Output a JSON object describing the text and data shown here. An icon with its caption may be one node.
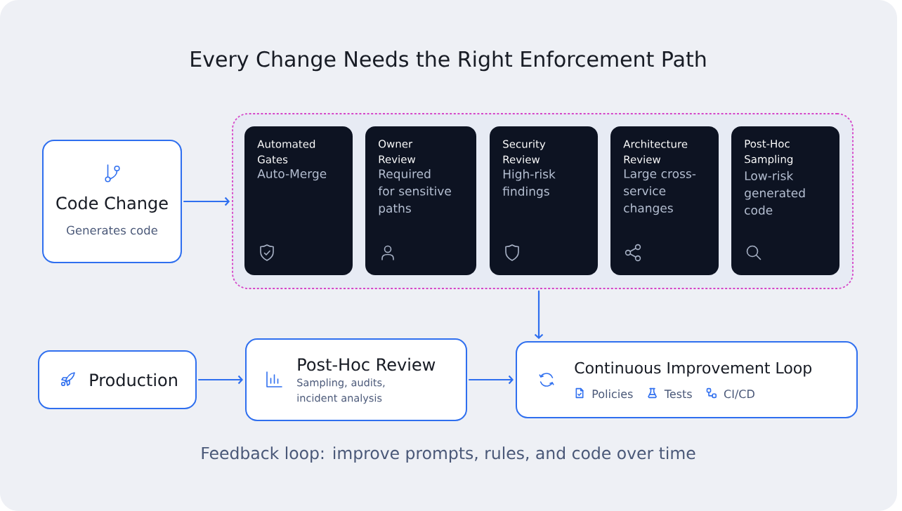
{
  "diagram": {
    "title": "Every Change Needs the Right Enforcement Path",
    "caption": "Feedback loop: improve prompts, rules, and code over time",
    "nodes": [
      {
        "text": [
          "Code Change",
          "Generates code"
        ]
      },
      {
        "text": [],
        "shape": "box"
      },
      {
        "text": [
          "Automated Gates",
          "Auto-Merge"
        ],
        "in": 1
      },
      {
        "text": [
          "Owner Review",
          "Required for sensitive paths"
        ],
        "in": 1
      },
      {
        "text": [
          "Security Review",
          "High-risk findings"
        ],
        "in": 1
      },
      {
        "text": [
          "Architecture Review",
          "Large cross-service changes"
        ],
        "in": 1
      },
      {
        "text": [
          "Post-Hoc Sampling",
          "Low-risk generated code"
        ],
        "in": 1
      },
      {
        "text": [
          "Production"
        ]
      },
      {
        "text": [
          "Post-Hoc Review",
          "Sampling, audits, incident analysis"
        ]
      },
      {
        "text": [
          "Continuous Improvement Loop",
          "Policies",
          "Tests",
          "CI/CD"
        ]
      }
    ],
    "edges": [
      {
        "from": 0,
        "to": 1,
        "arrow": "to"
      },
      {
        "from": 1,
        "to": 9,
        "arrow": "to"
      },
      {
        "from": 7,
        "to": 8,
        "arrow": "to"
      },
      {
        "from": 8,
        "to": 9,
        "arrow": "to"
      }
    ]
  }
}
